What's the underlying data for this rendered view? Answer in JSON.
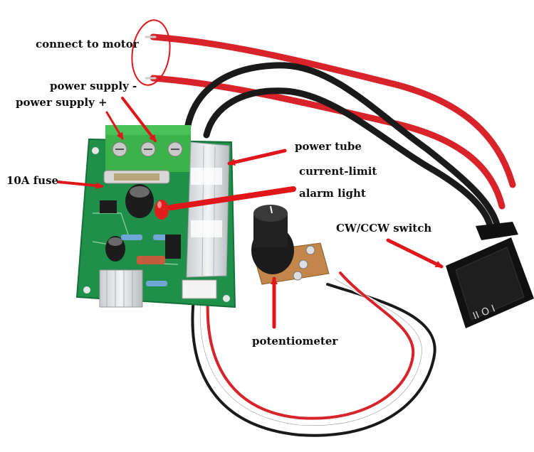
{
  "labels": {
    "connect_motor": "connect to motor",
    "ps_minus": "power supply -",
    "ps_plus": "power supply +",
    "fuse": "10A fuse",
    "power_tube": "power tube",
    "current_limit": "current-limit",
    "alarm_light": "alarm light",
    "cw_ccw": "CW/CCW switch",
    "potentiometer": "potentiometer"
  },
  "switch_markings": "II O I",
  "colors": {
    "arrow": "#e0161b",
    "pcb": "#1f8f4a",
    "terminal": "#3db24a",
    "wire_red": "#d8232a",
    "wire_black": "#1a1a1a",
    "heatsink": "#d9dde0",
    "switch": "#111111"
  }
}
